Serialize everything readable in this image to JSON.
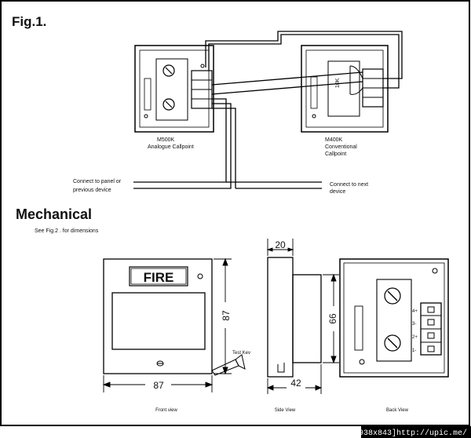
{
  "fig_title": "Fig.1.",
  "mechanical_title": "Mechanical",
  "see_note": "See Fig.2 . for dimensions",
  "m500k": {
    "line1": "M500K",
    "line2": "Analogue Callpoint"
  },
  "m400k": {
    "line1": "M400K",
    "line2": "Conventional",
    "line3": "Callpoint"
  },
  "resistor_label": "10K",
  "connect_left": {
    "line1": "Connect to panel or",
    "line2": "previous device"
  },
  "connect_right": {
    "line1": "Connect to next",
    "line2": "device"
  },
  "front": {
    "sign": "FIRE",
    "width": "87",
    "height": "87",
    "test_key": "Test Kev",
    "caption": "Front view"
  },
  "side": {
    "top_dim": "20",
    "height_dim": "66",
    "bottom_dim": "42",
    "caption": "Side View"
  },
  "back": {
    "caption": "Back View",
    "terminals": [
      "4+",
      "3-",
      "2+",
      "1-"
    ]
  },
  "watermark": "[938x843]http://upic.me/"
}
